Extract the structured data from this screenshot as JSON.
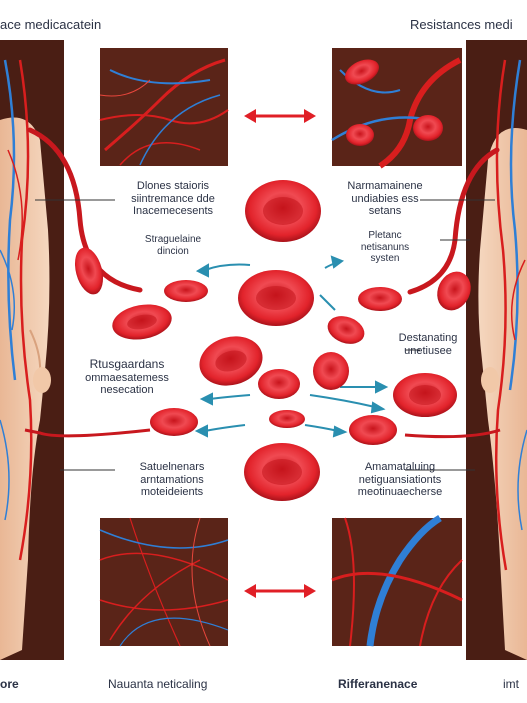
{
  "titles": {
    "top_left": "ace medicacatein",
    "top_right": "Resistances medi"
  },
  "notes": {
    "upper_left_1": "Dlones staioris",
    "upper_left_2": "siintremance dde",
    "upper_left_3": "Inacemecesents",
    "mid_left_1": "Straguelaine",
    "mid_left_2": "dincion",
    "upper_right_1": "Narmamainene",
    "upper_right_2": "undiabies ess",
    "upper_right_3": "setans",
    "mid_right_1": "Pletanc",
    "mid_right_2": "netisanuns",
    "mid_right_3": "systen",
    "left_1": "Rtusgaardans",
    "left_2": "ommaesatemess",
    "left_3": "nesecation",
    "right_1": "Destanating",
    "right_2": "unetiusee",
    "lower_left_1": "Satuelnenars",
    "lower_left_2": "arntamations",
    "lower_left_3": "moteideients",
    "lower_right_1": "Amamataluing",
    "lower_right_2": "netiguansiationts",
    "lower_right_3": "meotinuaecherse"
  },
  "bottom_labels": {
    "left": "ore",
    "center_left": "Nauanta neticaling",
    "center_right": "Rifferanenace",
    "right": "imt"
  },
  "colors": {
    "rbc": "#e8262c",
    "rbc_dark": "#b5151c",
    "rbc_light": "#f7707a",
    "vessel_red": "#d81e1e",
    "vessel_blue": "#2f7fd6",
    "panel_bg": "#5a2418",
    "skin": "#f1cdb0",
    "arrow_red": "#e01f26",
    "arrow_teal": "#2a8fb0"
  },
  "icons": [
    "red-blood-cell-icon",
    "double-arrow-icon",
    "teal-arrow-icon"
  ]
}
